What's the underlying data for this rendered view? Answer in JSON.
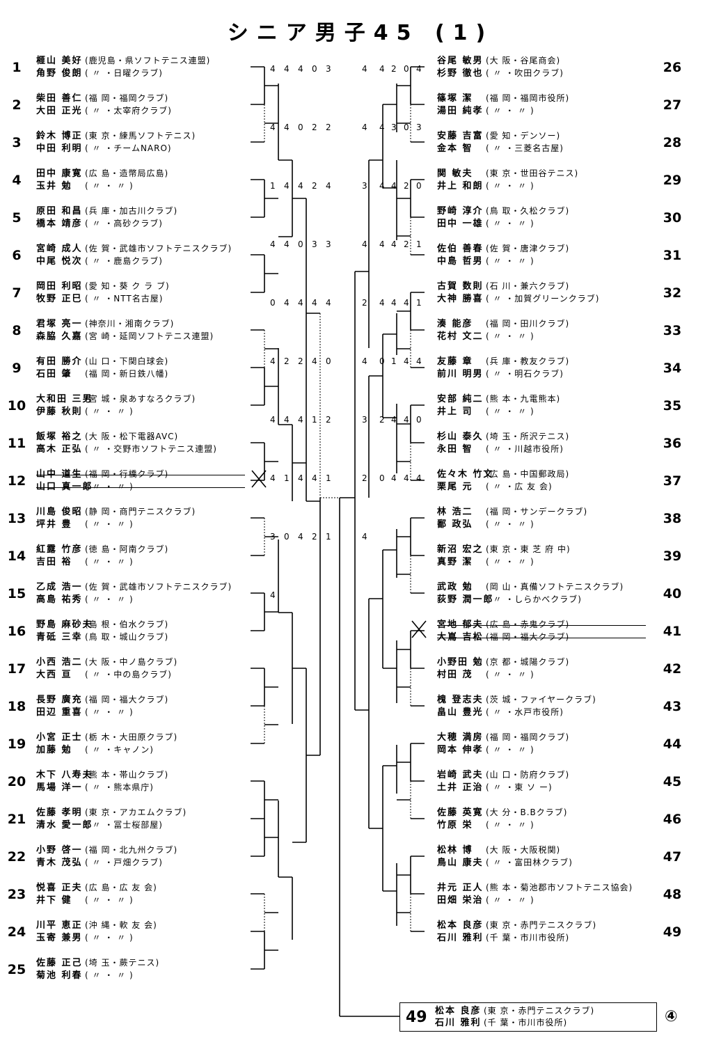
{
  "title": "シニア男子45 (1)",
  "left": [
    {
      "seed": "1",
      "p": [
        {
          "n": "榧山 美好",
          "a": "(鹿児島・県ソフトテニス連盟)"
        },
        {
          "n": "角野 俊朗",
          "a": "( 〃 ・日曜クラブ)"
        }
      ]
    },
    {
      "seed": "2",
      "p": [
        {
          "n": "柴田 善仁",
          "a": "(福 岡・福岡クラブ)"
        },
        {
          "n": "大田 正光",
          "a": "( 〃 ・太宰府クラブ)"
        }
      ]
    },
    {
      "seed": "3",
      "p": [
        {
          "n": "鈴木 博正",
          "a": "(東 京・練馬ソフトテニス)"
        },
        {
          "n": "中田 利明",
          "a": "( 〃 ・チームNARO)"
        }
      ]
    },
    {
      "seed": "4",
      "p": [
        {
          "n": "田中 康寛",
          "a": "(広 島・造幣局広島)"
        },
        {
          "n": "玉井 勉",
          "a": "( 〃 ・ 〃 )"
        }
      ]
    },
    {
      "seed": "5",
      "p": [
        {
          "n": "原田 和昌",
          "a": "(兵 庫・加古川クラブ)"
        },
        {
          "n": "橋本 靖彦",
          "a": "( 〃 ・高砂クラブ)"
        }
      ]
    },
    {
      "seed": "6",
      "p": [
        {
          "n": "宮崎 成人",
          "a": "(佐 賀・武雄市ソフトテニスクラブ)"
        },
        {
          "n": "中尾 悦次",
          "a": "( 〃 ・鹿島クラブ)"
        }
      ]
    },
    {
      "seed": "7",
      "p": [
        {
          "n": "岡田 利昭",
          "a": "(愛 知・葵 ク ラ ブ)"
        },
        {
          "n": "牧野 正巳",
          "a": "( 〃 ・NTT名古屋)"
        }
      ]
    },
    {
      "seed": "8",
      "p": [
        {
          "n": "君塚 亮一",
          "a": "(神奈川・湘南クラブ)"
        },
        {
          "n": "森脇 久嘉",
          "a": "(宮 崎・延岡ソフトテニス連盟)"
        }
      ]
    },
    {
      "seed": "9",
      "p": [
        {
          "n": "有田 勝介",
          "a": "(山 口・下関白球会)"
        },
        {
          "n": "石田 肇",
          "a": "(福 岡・新日鉄八幡)"
        }
      ]
    },
    {
      "seed": "10",
      "p": [
        {
          "n": "大和田 三男",
          "a": "(宮 城・泉あすなろクラブ)"
        },
        {
          "n": "伊藤 秋則",
          "a": "( 〃 ・ 〃 )"
        }
      ]
    },
    {
      "seed": "11",
      "p": [
        {
          "n": "飯塚 裕之",
          "a": "(大 阪・松下電器AVC)"
        },
        {
          "n": "高木 正弘",
          "a": "( 〃 ・交野市ソフトテニス連盟)"
        }
      ]
    },
    {
      "seed": "12",
      "p": [
        {
          "n": "山中 道生",
          "a": "(福 岡・行橋クラブ)"
        },
        {
          "n": "山口 真一郎",
          "a": "( 〃 ・ 〃 )"
        }
      ],
      "x": true
    },
    {
      "seed": "13",
      "p": [
        {
          "n": "川島 俊昭",
          "a": "(静 岡・商門テニスクラブ)"
        },
        {
          "n": "坪井 豊",
          "a": "( 〃 ・ 〃 )"
        }
      ]
    },
    {
      "seed": "14",
      "p": [
        {
          "n": "紅露 竹彦",
          "a": "(徳 島・阿南クラブ)"
        },
        {
          "n": "吉田 裕",
          "a": "( 〃 ・ 〃 )"
        }
      ]
    },
    {
      "seed": "15",
      "p": [
        {
          "n": "乙成 浩一",
          "a": "(佐 賀・武雄市ソフトテニスクラブ)"
        },
        {
          "n": "高島 祐秀",
          "a": "( 〃 ・ 〃 )"
        }
      ]
    },
    {
      "seed": "16",
      "p": [
        {
          "n": "野島 麻砂夫",
          "a": "(島 根・伯水クラブ)"
        },
        {
          "n": "青砥 三幸",
          "a": "(鳥 取・城山クラブ)"
        }
      ]
    },
    {
      "seed": "17",
      "p": [
        {
          "n": "小西 浩二",
          "a": "(大 阪・中ノ島クラブ)"
        },
        {
          "n": "大西 亘",
          "a": "( 〃 ・中の島クラブ)"
        }
      ]
    },
    {
      "seed": "18",
      "p": [
        {
          "n": "長野 廣充",
          "a": "(福 岡・福大クラブ)"
        },
        {
          "n": "田辺 重喜",
          "a": "( 〃 ・ 〃 )"
        }
      ]
    },
    {
      "seed": "19",
      "p": [
        {
          "n": "小宮 正士",
          "a": "(栃 木・大田原クラブ)"
        },
        {
          "n": "加藤 勉",
          "a": "( 〃 ・キャノン)"
        }
      ]
    },
    {
      "seed": "20",
      "p": [
        {
          "n": "木下 八寿夫",
          "a": "(熊 本・帯山クラブ)"
        },
        {
          "n": "馬場 洋一",
          "a": "( 〃 ・熊本県庁)"
        }
      ]
    },
    {
      "seed": "21",
      "p": [
        {
          "n": "佐藤 孝明",
          "a": "(東 京・アカエムクラブ)"
        },
        {
          "n": "清水 愛一郎",
          "a": "( 〃 ・冨士桜部屋)"
        }
      ]
    },
    {
      "seed": "22",
      "p": [
        {
          "n": "小野 啓一",
          "a": "(福 岡・北九州クラブ)"
        },
        {
          "n": "青木 茂弘",
          "a": "( 〃 ・戸畑クラブ)"
        }
      ]
    },
    {
      "seed": "23",
      "p": [
        {
          "n": "悦喜 正夫",
          "a": "(広 島・広 友 会)"
        },
        {
          "n": "井下 健",
          "a": "( 〃 ・ 〃 )"
        }
      ]
    },
    {
      "seed": "24",
      "p": [
        {
          "n": "川平 恵正",
          "a": "(沖 縄・軟 友 会)"
        },
        {
          "n": "玉寄 兼男",
          "a": "( 〃 ・ 〃 )"
        }
      ]
    },
    {
      "seed": "25",
      "p": [
        {
          "n": "佐藤 正己",
          "a": "(埼 玉・蕨テニス)"
        },
        {
          "n": "菊池 利春",
          "a": "( 〃 ・ 〃 )"
        }
      ]
    }
  ],
  "right": [
    {
      "seed": "26",
      "p": [
        {
          "n": "谷尾 敏男",
          "a": "(大 阪・谷尾商会)"
        },
        {
          "n": "杉野 徹也",
          "a": "( 〃 ・吹田クラブ)"
        }
      ]
    },
    {
      "seed": "27",
      "p": [
        {
          "n": "篠塚 潔",
          "a": "(福 岡・福岡市役所)"
        },
        {
          "n": "湯田 純孝",
          "a": "( 〃 ・ 〃 )"
        }
      ]
    },
    {
      "seed": "28",
      "p": [
        {
          "n": "安藤 吉富",
          "a": "(愛 知・デンソー)"
        },
        {
          "n": "金本 智",
          "a": "( 〃 ・三菱名古屋)"
        }
      ]
    },
    {
      "seed": "29",
      "p": [
        {
          "n": "関 敏夫",
          "a": "(東 京・世田谷テニス)"
        },
        {
          "n": "井上 和朗",
          "a": "( 〃 ・ 〃 )"
        }
      ]
    },
    {
      "seed": "30",
      "p": [
        {
          "n": "野崎 淳介",
          "a": "(鳥 取・久松クラブ)"
        },
        {
          "n": "田中 一雄",
          "a": "( 〃 ・ 〃 )"
        }
      ]
    },
    {
      "seed": "31",
      "p": [
        {
          "n": "佐伯 善春",
          "a": "(佐 賀・唐津クラブ)"
        },
        {
          "n": "中島 哲男",
          "a": "( 〃 ・ 〃 )"
        }
      ]
    },
    {
      "seed": "32",
      "p": [
        {
          "n": "古賀 数則",
          "a": "(石 川・兼六クラブ)"
        },
        {
          "n": "大神 勝喜",
          "a": "( 〃 ・加賀グリーンクラブ)"
        }
      ]
    },
    {
      "seed": "33",
      "p": [
        {
          "n": "湊 能彦",
          "a": "(福 岡・田川クラブ)"
        },
        {
          "n": "花村 文二",
          "a": "( 〃 ・ 〃 )"
        }
      ]
    },
    {
      "seed": "34",
      "p": [
        {
          "n": "友藤 章",
          "a": "(兵 庫・教友クラブ)"
        },
        {
          "n": "前川 明男",
          "a": "( 〃 ・明石クラブ)"
        }
      ]
    },
    {
      "seed": "35",
      "p": [
        {
          "n": "安部 純二",
          "a": "(熊 本・九電熊本)"
        },
        {
          "n": "井上 司",
          "a": "( 〃 ・ 〃 )"
        }
      ]
    },
    {
      "seed": "36",
      "p": [
        {
          "n": "杉山 泰久",
          "a": "(埼 玉・所沢テニス)"
        },
        {
          "n": "永田 智",
          "a": "( 〃 ・川越市役所)"
        }
      ]
    },
    {
      "seed": "37",
      "p": [
        {
          "n": "佐々木 竹文",
          "a": "(広 島・中国郵政局)"
        },
        {
          "n": "栗尾 元",
          "a": "( 〃 ・広 友 会)"
        }
      ]
    },
    {
      "seed": "38",
      "p": [
        {
          "n": "林 浩二",
          "a": "(福 岡・サンデークラブ)"
        },
        {
          "n": "鄱 政弘",
          "a": "( 〃 ・ 〃 )"
        }
      ]
    },
    {
      "seed": "39",
      "p": [
        {
          "n": "新沼 宏之",
          "a": "(東 京・東 芝 府 中)"
        },
        {
          "n": "真野 潔",
          "a": "( 〃 ・ 〃 )"
        }
      ]
    },
    {
      "seed": "40",
      "p": [
        {
          "n": "武政 勉",
          "a": "(岡 山・真備ソフトテニスクラブ)"
        },
        {
          "n": "荻野 潤一郎",
          "a": "( 〃 ・しらかべクラブ)"
        }
      ]
    },
    {
      "seed": "41",
      "p": [
        {
          "n": "宮地 郁夫",
          "a": "(広 島・赤鬼クラブ)"
        },
        {
          "n": "大嶌 吉松",
          "a": "(福 岡・福大クラブ)"
        }
      ],
      "x": true
    },
    {
      "seed": "42",
      "p": [
        {
          "n": "小野田 勉",
          "a": "(京 都・城陽クラブ)"
        },
        {
          "n": "村田 茂",
          "a": "( 〃 ・ 〃 )"
        }
      ]
    },
    {
      "seed": "43",
      "p": [
        {
          "n": "槐 登志夫",
          "a": "(茨 城・ファイヤークラブ)"
        },
        {
          "n": "畠山 豊光",
          "a": "( 〃 ・水戸市役所)"
        }
      ]
    },
    {
      "seed": "44",
      "p": [
        {
          "n": "大穂 満房",
          "a": "(福 岡・福岡クラブ)"
        },
        {
          "n": "岡本 伸孝",
          "a": "( 〃 ・ 〃 )"
        }
      ]
    },
    {
      "seed": "45",
      "p": [
        {
          "n": "岩崎 武夫",
          "a": "(山 口・防府クラブ)"
        },
        {
          "n": "土井 正治",
          "a": "( 〃 ・東 ソ ー)"
        }
      ]
    },
    {
      "seed": "46",
      "p": [
        {
          "n": "佐藤 英寛",
          "a": "(大 分・B.Bクラブ)"
        },
        {
          "n": "竹原 栄",
          "a": "( 〃 ・ 〃 )"
        }
      ]
    },
    {
      "seed": "47",
      "p": [
        {
          "n": "松林 博",
          "a": "(大 阪・大阪税関)"
        },
        {
          "n": "鳥山 康夫",
          "a": "( 〃 ・富田林クラブ)"
        }
      ]
    },
    {
      "seed": "48",
      "p": [
        {
          "n": "井元 正人",
          "a": "(熊 本・菊池郡市ソフトテニス協会)"
        },
        {
          "n": "田畑 栄治",
          "a": "( 〃 ・ 〃 )"
        }
      ]
    },
    {
      "seed": "49",
      "p": [
        {
          "n": "松本 良彦",
          "a": "(東 京・赤門テニスクラブ)"
        },
        {
          "n": "石川 雅利",
          "a": "(千 葉・市川市役所)"
        }
      ]
    }
  ],
  "final": {
    "seed": "49",
    "p": [
      {
        "n": "松本 良彦",
        "a": "(東 京・赤門テニスクラブ)"
      },
      {
        "n": "石川 雅利",
        "a": "(千 葉・市川市役所)"
      }
    ],
    "mark": "④"
  },
  "scores_left": [
    "4",
    "4",
    "4",
    "0",
    "3",
    "4",
    "4",
    "0",
    "2",
    "2",
    "1",
    "4",
    "4",
    "2",
    "4",
    "4",
    "4",
    "0",
    "3",
    "3",
    "0",
    "4",
    "4",
    "4",
    "4",
    "4",
    "2",
    "2",
    "4",
    "0",
    "4",
    "4",
    "4",
    "1",
    "2",
    "4",
    "1",
    "4",
    "4",
    "1",
    "3",
    "0",
    "4",
    "2",
    "1",
    "4"
  ],
  "scores_right": [
    "4",
    "4",
    "2",
    "0",
    "4",
    "4",
    "4",
    "3",
    "0",
    "3",
    "3",
    "4",
    "4",
    "2",
    "0",
    "4",
    "4",
    "4",
    "2",
    "1",
    "2",
    "4",
    "4",
    "4",
    "1",
    "4",
    "0",
    "1",
    "4",
    "4",
    "3",
    "2",
    "4",
    "4",
    "0",
    "2",
    "0",
    "4",
    "4",
    "4",
    "4"
  ]
}
